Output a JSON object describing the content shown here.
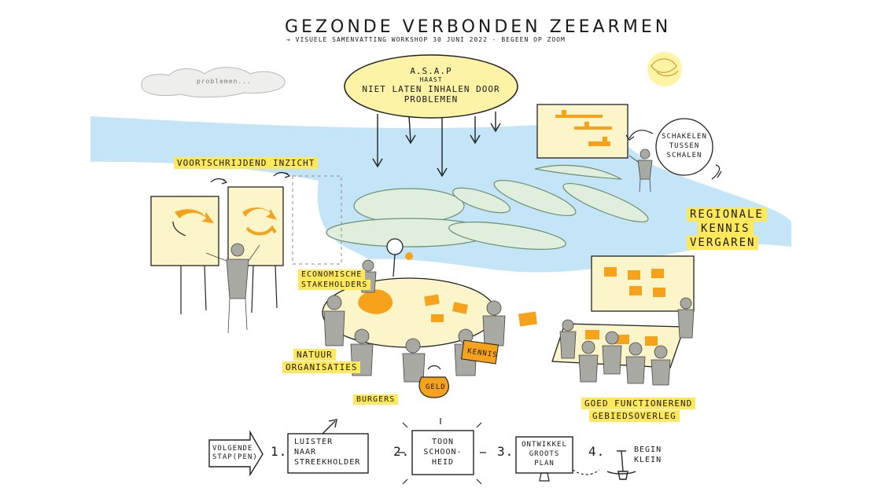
{
  "header": {
    "title": "GEZONDE VERBONDEN ZEEARMEN",
    "subtitle": "→ VISUELE SAMENVATTING WORKSHOP 30 JUNI 2022 - BEGEEN OP ZOOM"
  },
  "cloud": {
    "text": "PROBLEMEN..."
  },
  "bubble": {
    "line1": "A.S.A.P",
    "line2": "HAAST",
    "line3": "NIET LATEN INHALEN DOOR",
    "line4": "PROBLEMEN"
  },
  "circle_label": {
    "line1": "SCHAKELEN",
    "line2": "TUSSEN",
    "line3": "SCHALEN"
  },
  "labels": {
    "voortschrijdend": "VOORTSCHRIJDEND INZICHT",
    "regionale_1": "REGIONALE",
    "regionale_2": "KENNIS",
    "regionale_3": "VERGAREN",
    "economische_1": "ECONOMISCHE",
    "economische_2": "STAKEHOLDERS",
    "natuur_1": "NATUUR",
    "natuur_2": "ORGANISATIES",
    "burgers": "BURGERS",
    "kennis": "KENNIS",
    "geld": "GELD",
    "goed_1": "GOED FUNCTIONEREND",
    "goed_2": "GEBIEDSOVERLEG"
  },
  "steps": {
    "intro": "VOLGENDE STAP(PEN)",
    "s1_num": "1.",
    "s1_text_1": "LUISTER",
    "s1_text_2": "NAAR",
    "s1_text_3": "STREEKHOLDER",
    "s2_num": "2.",
    "s2_text_1": "TOON",
    "s2_text_2": "SCHOON-",
    "s2_text_3": "HEID",
    "s3_num": "3.",
    "s3_text_1": "ONTWIKKEL",
    "s3_text_2": "GROOTS",
    "s3_text_3": "PLAN",
    "s4_num": "4.",
    "s4_text_1": "BEGIN",
    "s4_text_2": "KLEIN"
  },
  "colors": {
    "water": "#c4e5f7",
    "island": "#dfeedd",
    "highlight": "#ffe85a",
    "orange": "#f7a21b",
    "paper": "#fbf5c9",
    "sun": "#fff3a6",
    "figure": "#a9a9a4",
    "ink": "#1a1a1a"
  }
}
